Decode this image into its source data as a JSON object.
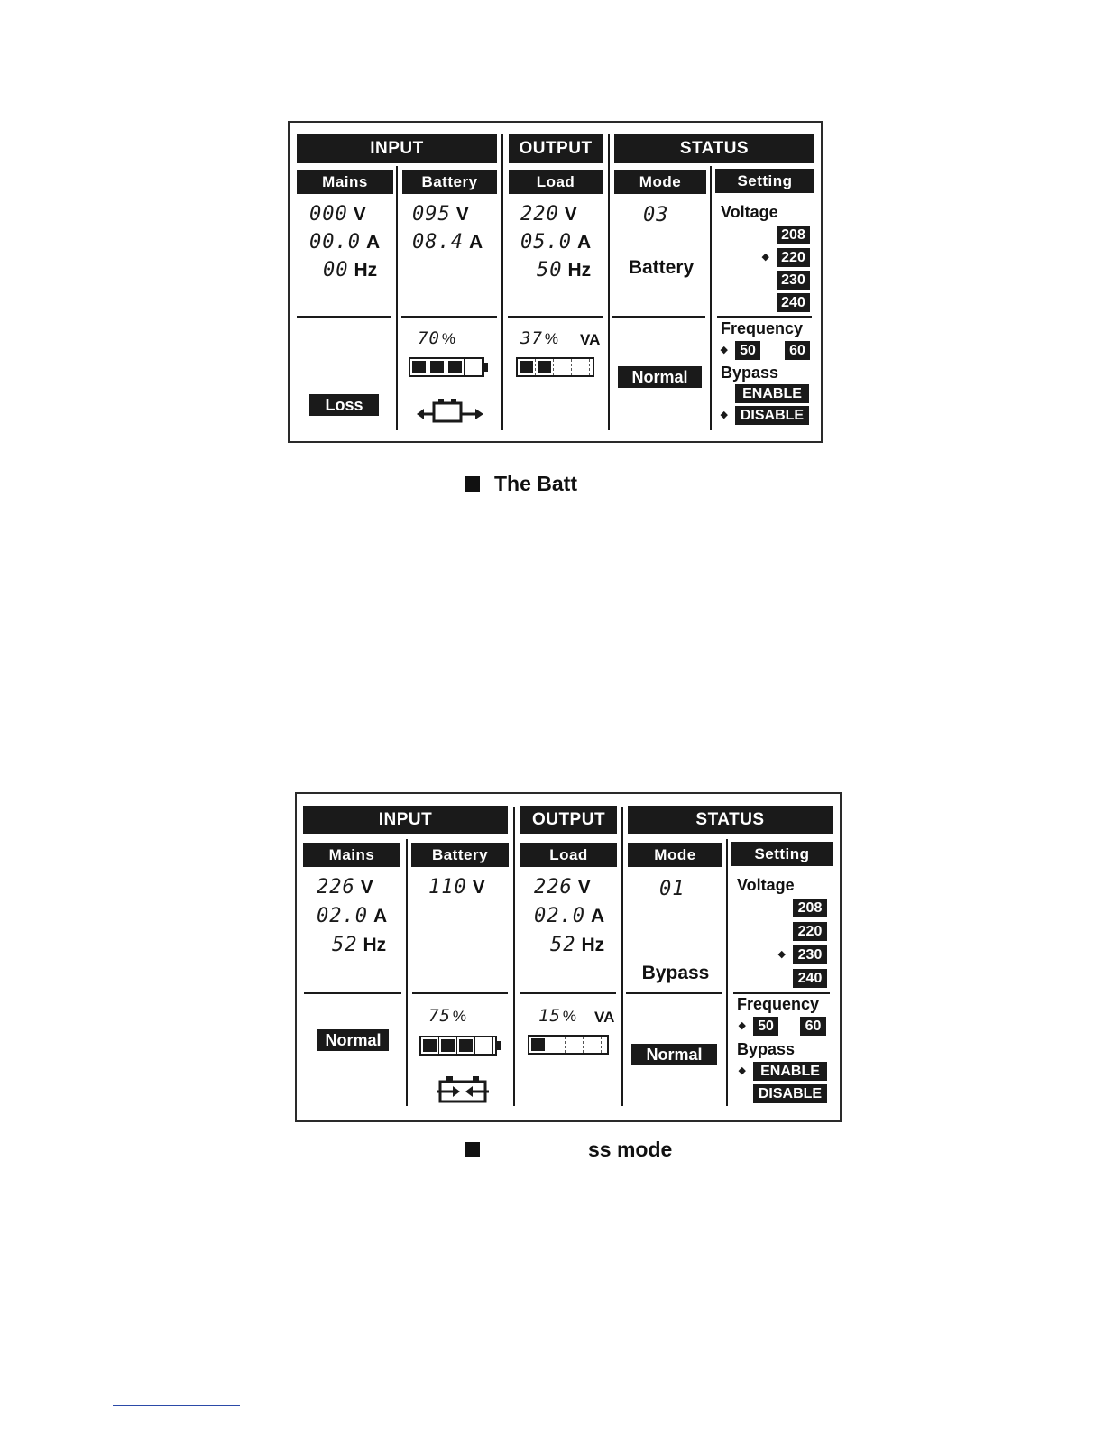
{
  "panels": [
    {
      "headers": {
        "input": "INPUT",
        "output": "OUTPUT",
        "status": "STATUS"
      },
      "subheaders": {
        "mains": "Mains",
        "battery": "Battery",
        "load": "Load",
        "mode": "Mode",
        "setting": "Setting"
      },
      "mains": {
        "voltage": "000",
        "current": "00.0",
        "frequency": "00",
        "state": "Loss"
      },
      "battery": {
        "voltage": "095",
        "current": "08.4",
        "level": "70",
        "bars_on": 3,
        "flow_icon": "battery-discharge-icon"
      },
      "load": {
        "voltage": "220",
        "current": "05.0",
        "frequency": "50",
        "level": "37",
        "bars_on": 2
      },
      "mode": {
        "code": "03",
        "name": "Battery",
        "state": "Normal"
      },
      "setting": {
        "voltage_label": "Voltage",
        "voltage_options": [
          "208",
          "220",
          "230",
          "240"
        ],
        "voltage_selected": "220",
        "frequency_label": "Frequency",
        "frequency_options": [
          "50",
          "60"
        ],
        "frequency_selected": "50",
        "bypass_label": "Bypass",
        "bypass_options": [
          "ENABLE",
          "DISABLE"
        ],
        "bypass_selected": "DISABLE"
      },
      "units": {
        "v": "V",
        "a": "A",
        "hz": "Hz",
        "pct": "%",
        "va": "VA"
      }
    },
    {
      "headers": {
        "input": "INPUT",
        "output": "OUTPUT",
        "status": "STATUS"
      },
      "subheaders": {
        "mains": "Mains",
        "battery": "Battery",
        "load": "Load",
        "mode": "Mode",
        "setting": "Setting"
      },
      "mains": {
        "voltage": "226",
        "current": "02.0",
        "frequency": "52",
        "state": "Normal"
      },
      "battery": {
        "voltage": "110",
        "level": "75",
        "bars_on": 3,
        "flow_icon": "battery-charge-icon"
      },
      "load": {
        "voltage": "226",
        "current": "02.0",
        "frequency": "52",
        "level": "15",
        "bars_on": 1
      },
      "mode": {
        "code": "01",
        "name": "Bypass",
        "state": "Normal"
      },
      "setting": {
        "voltage_label": "Voltage",
        "voltage_options": [
          "208",
          "220",
          "230",
          "240"
        ],
        "voltage_selected": "230",
        "frequency_label": "Frequency",
        "frequency_options": [
          "50",
          "60"
        ],
        "frequency_selected": "50",
        "bypass_label": "Bypass",
        "bypass_options": [
          "ENABLE",
          "DISABLE"
        ],
        "bypass_selected": "ENABLE"
      },
      "units": {
        "v": "V",
        "a": "A",
        "hz": "Hz",
        "pct": "%",
        "va": "VA"
      }
    }
  ],
  "captions": [
    "The Batt",
    "ss mode"
  ],
  "colors": {
    "lcd_ink": "#1a1a1a",
    "background": "#ffffff",
    "link_underline": "#2b4aa8"
  }
}
